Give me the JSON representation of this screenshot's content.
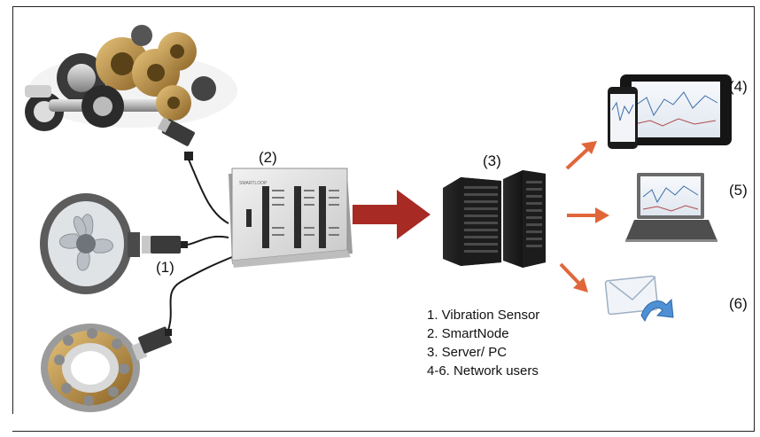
{
  "labels": {
    "sensor": "(1)",
    "smartnode": "(2)",
    "server": "(3)",
    "tablet": "(4)",
    "laptop": "(5)",
    "email": "(6)"
  },
  "smartnode_brand": "SMARTLOOP",
  "legend": [
    "1.  Vibration Sensor",
    "2.   SmartNode",
    "3.     Server/ PC",
    "4-6. Network users"
  ],
  "colors": {
    "main_arrow": "#a82a24",
    "user_arrow": "#e0663a",
    "cable": "#1a1a1a"
  }
}
